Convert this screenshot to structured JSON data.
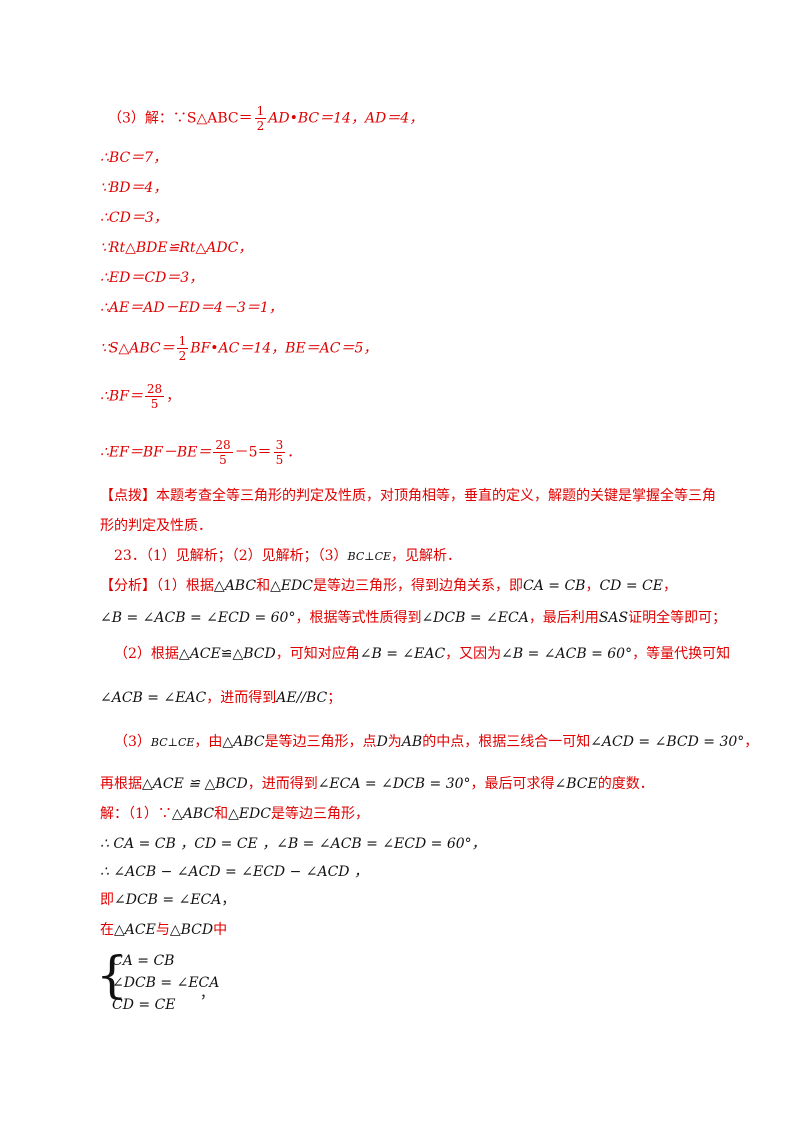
{
  "lines": {
    "l1": "（3）解：∵S△ABC＝",
    "l1_num": "1",
    "l1_den": "2",
    "l1b": "AD•BC＝14，AD＝4，",
    "l2": "∴BC＝7，",
    "l3": "∵BD＝4，",
    "l4": "∴CD＝3，",
    "l5": "∵Rt△BDE≌Rt△ADC，",
    "l6": "∴ED＝CD＝3，",
    "l7": "∴AE＝AD－ED＝4－3＝1，",
    "l8": "∵S△ABC＝",
    "l8_num": "1",
    "l8_den": "2",
    "l8b": "BF•AC＝14，BE＝AC＝5，",
    "l9": "∴BF＝",
    "l9_num": "28",
    "l9_den": "5",
    "l9b": "，",
    "l10": "∴EF＝BF－BE＝",
    "l10_num1": "28",
    "l10_den1": "5",
    "l10_mid": "－5＝",
    "l10_num2": "3",
    "l10_den2": "5",
    "l10b": "．",
    "d1": "【点拨】本题考查全等三角形的判定及性质，对顶角相等，垂直的定义，解题的关键是掌握全等三角",
    "d2": "形的判定及性质．",
    "q23": "23．（1）见解析；（2）见解析；（3）",
    "q23_m": "BC⊥CE",
    "q23_b": "，见解析．",
    "a1a": "【分析】（1）根据",
    "a1m1": "△ABC",
    "a1b": "和",
    "a1m2": "△EDC",
    "a1c": "是等边三角形，得到边角关系，即",
    "a1m3": "CA = CB",
    "a1d": "，",
    "a1m4": "CD = CE",
    "a1e": "，",
    "a2m1": "∠B = ∠ACB = ∠ECD = 60°",
    "a2a": "，根据等式性质得到",
    "a2m2": "∠DCB = ∠ECA",
    "a2b": "，最后利用",
    "a2m3": "SAS",
    "a2c": "证明全等即可；",
    "a3a": "（2）根据",
    "a3m1": "△ACE",
    "a3m2": "≌",
    "a3m3": "△BCD",
    "a3b": "，可知对应角",
    "a3m4": "∠B = ∠EAC",
    "a3c": "，又因为",
    "a3m5": "∠B = ∠ACB = 60°",
    "a3d": "，等量代换可知",
    "a4m1": "∠ACB = ∠EAC",
    "a4a": "，进而得到",
    "a4m2": "AE//BC",
    "a4b": "；",
    "a5a": "（3）",
    "a5m1": "BC⊥CE",
    "a5b": "，由",
    "a5m2": "△ABC",
    "a5c": "是等边三角形，点",
    "a5m3": "D",
    "a5d": "为",
    "a5m4": "AB",
    "a5e": "的中点，根据三线合一可知",
    "a5m5": "∠ACD = ∠BCD = 30°",
    "a5f": "，",
    "a6a": "再根据",
    "a6m1": "△ACE ≌ △BCD",
    "a6b": "，进而得到",
    "a6m2": "∠ECA = ∠DCB = 30°",
    "a6c": "，最后可求得",
    "a6m3": "∠BCE",
    "a6d": "的度数．",
    "s1a": "解：（1）∵",
    "s1m1": "△ABC",
    "s1b": "和",
    "s1m2": "△EDC",
    "s1c": "是等边三角形，",
    "s2": "∴ CA = CB ，CD = CE ，∠B = ∠ACB = ∠ECD = 60°，",
    "s3": "∴ ∠ACB − ∠ACD = ∠ECD − ∠ACD ，",
    "s4a": "即",
    "s4m": "∠DCB = ∠ECA",
    "s4b": "，",
    "s5a": "在",
    "s5m1": "△ACE",
    "s5b": "与",
    "s5m2": "△BCD",
    "s5c": "中",
    "sys1": "CA = CB",
    "sys2": "∠DCB = ∠ECA",
    "sys3": "CD = CE",
    "sys_end": "，"
  }
}
